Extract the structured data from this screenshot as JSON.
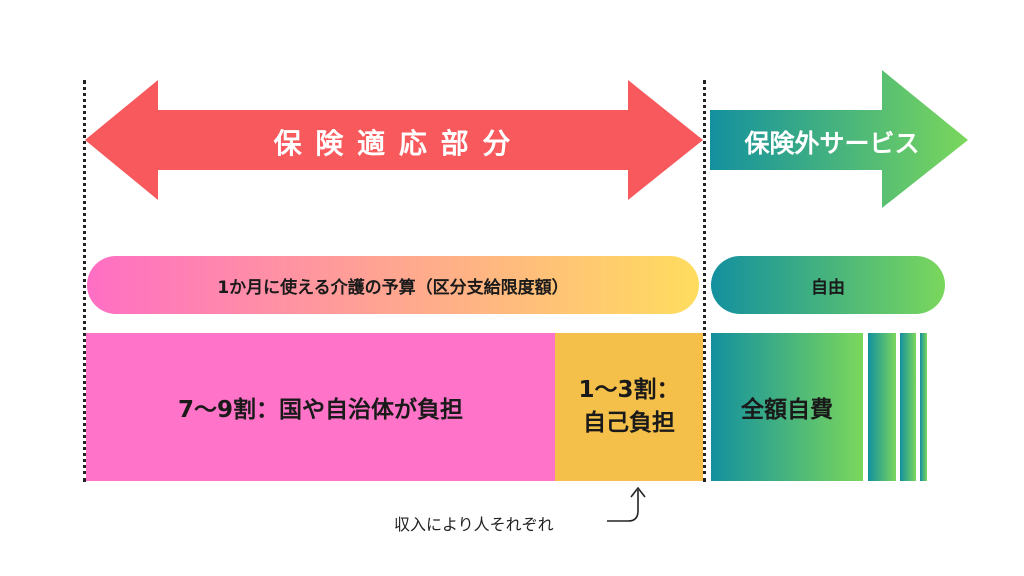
{
  "colors": {
    "red_arrow": "#f7595c",
    "pink": "#ff73c8",
    "yellow_block": "#f4c04a",
    "teal": "#13909f",
    "green": "#7ad75c",
    "pill_left_start": "#ff6ec4",
    "pill_left_end": "#ffdd5e"
  },
  "insured_arrow": {
    "label": "保 険 適 応 部 分"
  },
  "uninsured_arrow": {
    "label": "保険外サービス"
  },
  "budget_pill": {
    "label": "1か月に使える介護の予算（区分支給限度額）"
  },
  "free_pill": {
    "label": "自由"
  },
  "public_share": {
    "label": "7〜9割：国や自治体が負担"
  },
  "self_share": {
    "line1": "1〜3割：",
    "line2": "自己負担"
  },
  "full_pay": {
    "label": "全額自費"
  },
  "income_note": {
    "label": "収入により人それぞれ"
  }
}
